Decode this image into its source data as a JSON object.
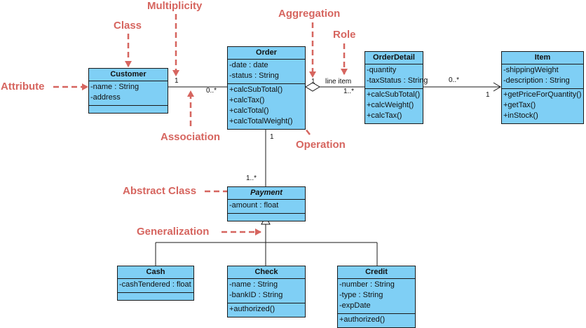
{
  "annotations": {
    "multiplicity": "Multiplicity",
    "class": "Class",
    "attribute": "Attribute",
    "association": "Association",
    "aggregation": "Aggregation",
    "role": "Role",
    "operation": "Operation",
    "abstract_class": "Abstract Class",
    "generalization": "Generalization"
  },
  "classes": {
    "customer": {
      "name": "Customer",
      "attributes": [
        "-name : String",
        "-address"
      ],
      "operations": []
    },
    "order": {
      "name": "Order",
      "attributes": [
        "-date : date",
        "-status : String"
      ],
      "operations": [
        "+calcSubTotal()",
        "+calcTax()",
        "+calcTotal()",
        "+calcTotalWeight()"
      ]
    },
    "order_detail": {
      "name": "OrderDetail",
      "attributes": [
        "-quantity",
        "-taxStatus : String"
      ],
      "operations": [
        "+calcSubTotal()",
        "+calcWeight()",
        "+calcTax()"
      ]
    },
    "item": {
      "name": "Item",
      "attributes": [
        "-shippingWeight",
        "-description : String"
      ],
      "operations": [
        "+getPriceForQuantity()",
        "+getTax()",
        "+inStock()"
      ]
    },
    "payment": {
      "name": "Payment",
      "abstract": true,
      "attributes": [
        "-amount : float"
      ],
      "operations": []
    },
    "cash": {
      "name": "Cash",
      "attributes": [
        "-cashTendered : float"
      ],
      "operations": []
    },
    "check": {
      "name": "Check",
      "attributes": [
        "-name : String",
        "-bankID : String"
      ],
      "operations": [
        "+authorized()"
      ]
    },
    "credit": {
      "name": "Credit",
      "attributes": [
        "-number : String",
        "-type : String",
        "-expDate"
      ],
      "operations": [
        "+authorized()"
      ]
    }
  },
  "relations": {
    "customer_order": {
      "mult_customer": "1",
      "mult_order": "0..*"
    },
    "order_orderdetail": {
      "mult_order": "1",
      "mult_orderdetail": "1..*",
      "role": "line item"
    },
    "orderdetail_item": {
      "mult_orderdetail": "0..*",
      "mult_item": "1"
    },
    "order_payment": {
      "mult_order": "1",
      "mult_payment": "1..*"
    }
  },
  "colors": {
    "class_fill": "#7fcff5",
    "annotation": "#d6655f",
    "line": "#1a1a1a"
  }
}
